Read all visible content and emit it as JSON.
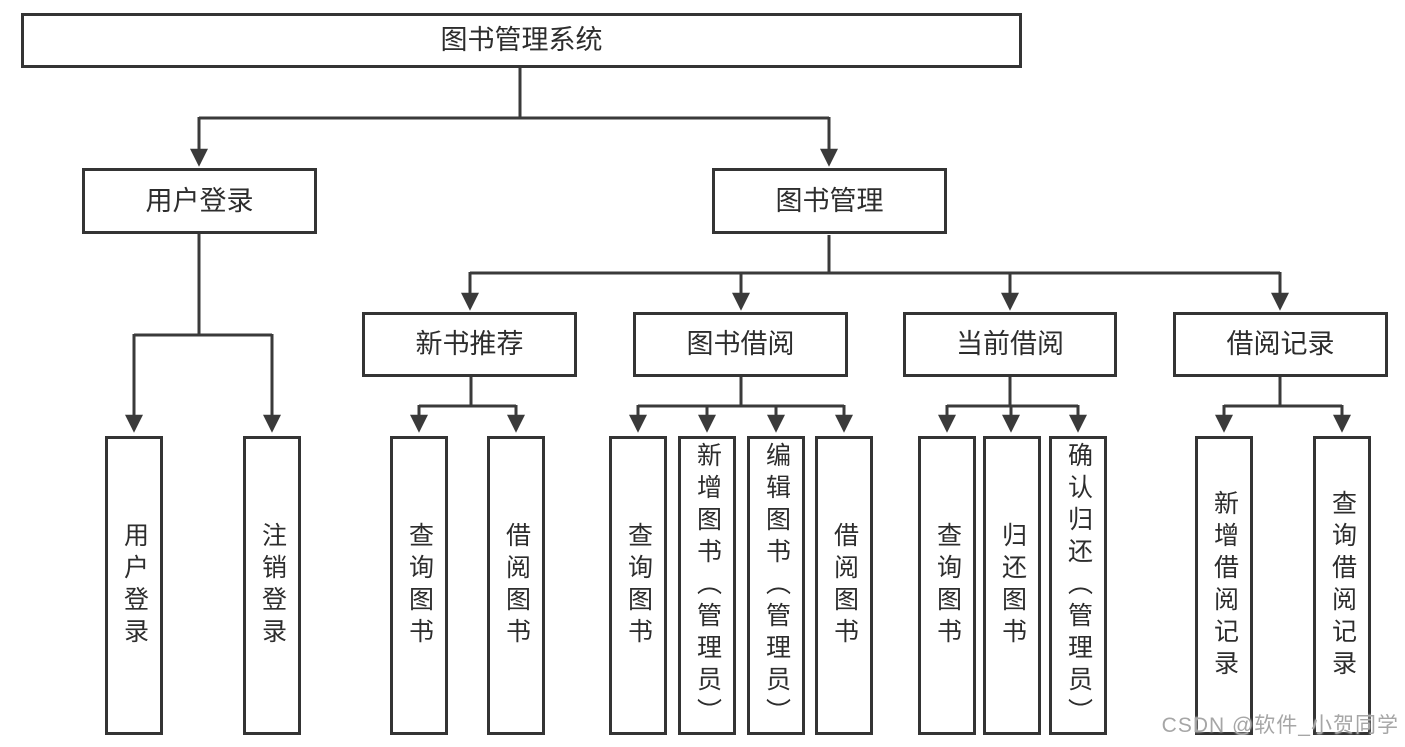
{
  "theme": {
    "background": "#ffffff",
    "line_color": "#3a3a3a",
    "box_border_color": "#343434",
    "text_color": "#2d2d2d",
    "watermark_color": "#a6a6a6"
  },
  "watermark": {
    "text": "CSDN @软件_小贺同学"
  },
  "tree": {
    "root": {
      "label": "图书管理系统"
    },
    "branches": [
      {
        "label": "用户登录",
        "children": [
          {
            "label": "用户登录"
          },
          {
            "label": "注销登录"
          }
        ]
      },
      {
        "label": "图书管理",
        "children": [
          {
            "label": "新书推荐",
            "children": [
              {
                "label": "查询图书"
              },
              {
                "label": "借阅图书"
              }
            ]
          },
          {
            "label": "图书借阅",
            "children": [
              {
                "label": "查询图书"
              },
              {
                "label": "新增图书（管理员）"
              },
              {
                "label": "编辑图书（管理员）"
              },
              {
                "label": "借阅图书"
              }
            ]
          },
          {
            "label": "当前借阅",
            "children": [
              {
                "label": "查询图书"
              },
              {
                "label": "归还图书"
              },
              {
                "label": "确认归还（管理员）"
              }
            ]
          },
          {
            "label": "借阅记录",
            "children": [
              {
                "label": "新增借阅记录"
              },
              {
                "label": "查询借阅记录"
              }
            ]
          }
        ]
      }
    ]
  }
}
